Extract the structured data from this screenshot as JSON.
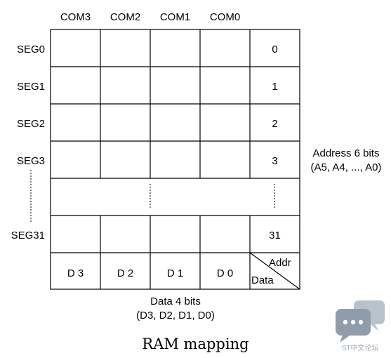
{
  "columns": [
    "COM3",
    "COM2",
    "COM1",
    "COM0"
  ],
  "rows": [
    {
      "seg": "SEG0",
      "addr": "0"
    },
    {
      "seg": "SEG1",
      "addr": "1"
    },
    {
      "seg": "SEG2",
      "addr": "2"
    },
    {
      "seg": "SEG3",
      "addr": "3"
    },
    {
      "seg": "",
      "addr": ""
    },
    {
      "seg": "SEG31",
      "addr": "31"
    }
  ],
  "data_bits": [
    "D 3",
    "D 2",
    "D 1",
    "D 0"
  ],
  "corner": {
    "addr_label": "Addr",
    "data_label": "Data"
  },
  "address_note": {
    "line1": "Address 6 bits",
    "line2": "(A5, A4, ..., A0)"
  },
  "data_note": {
    "line1": "Data 4 bits",
    "line2": "(D3, D2, D1, D0)"
  },
  "caption": "RAM mapping",
  "watermark": {
    "text": "ST中文论坛",
    "icon": "chat-bubbles-icon"
  }
}
